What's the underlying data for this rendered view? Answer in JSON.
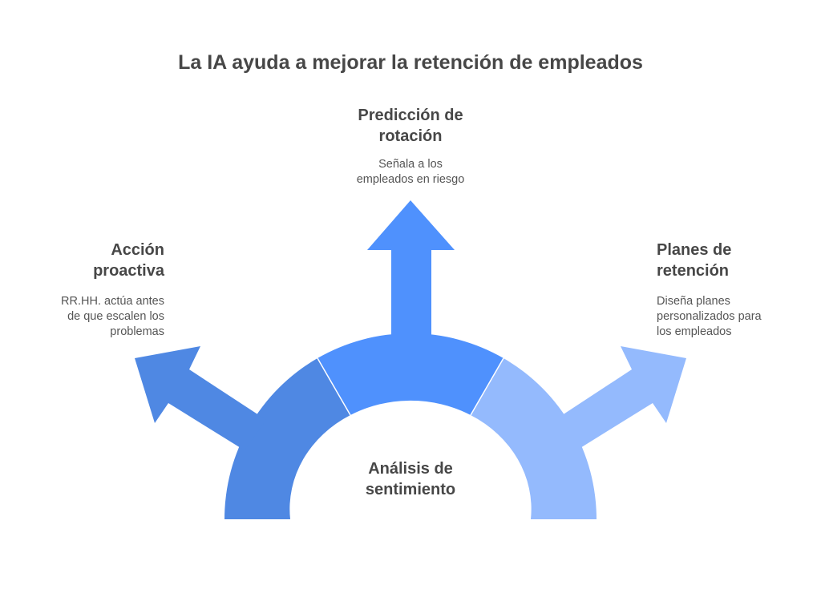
{
  "title": "La IA ayuda a mejorar la retención de empleados",
  "center": {
    "label_line1": "Análisis de",
    "label_line2": "sentimiento"
  },
  "branches": [
    {
      "title_line1": "Acción",
      "title_line2": "proactiva",
      "desc_lines": [
        "RR.HH. actúa antes",
        "de que escalen los",
        "problemas"
      ],
      "color": "#4F88E3"
    },
    {
      "title_line1": "Predicción de",
      "title_line2": "rotación",
      "desc_lines": [
        "Señala a los",
        "empleados en riesgo"
      ],
      "color": "#4F91FD"
    },
    {
      "title_line1": "Planes de",
      "title_line2": "retención",
      "desc_lines": [
        "Diseña planes",
        "personalizados para",
        "los empleados"
      ],
      "color": "#94BAFD"
    }
  ]
}
